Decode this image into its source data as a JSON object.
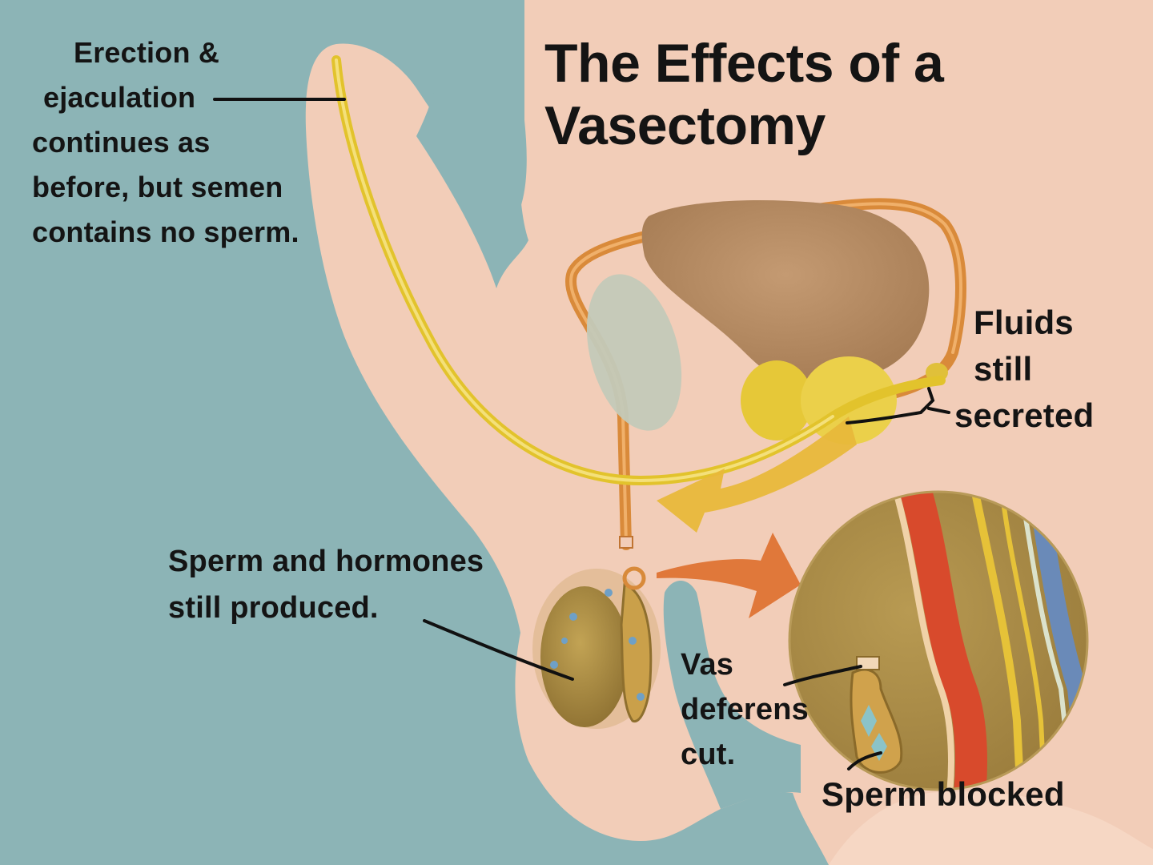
{
  "title": {
    "line1": "The Effects of a",
    "line2": "Vasectomy"
  },
  "labels": {
    "erection": [
      "Erection &",
      "ejaculation",
      "continues as",
      "before, but semen",
      "contains no sperm."
    ],
    "fluids": [
      "Fluids",
      "still",
      "secreted"
    ],
    "sperm_hormones": [
      "Sperm and hormones",
      "still produced."
    ],
    "vas_deferens": [
      "Vas",
      "deferens",
      "cut."
    ],
    "sperm_blocked": "Sperm blocked"
  },
  "colors": {
    "background": "#8cb4b6",
    "body_skin": "#f2cdb8",
    "urethra": "#e2c32c",
    "vas_deferens": "#d98a3a",
    "bladder": "#b88a60",
    "seminal_vesicle": "#e8cc3c",
    "testis": "#b0903e",
    "pointer_arrow": "#e0783a",
    "zoom_artery": "#d84a2c",
    "zoom_vein": "#6a8ab8",
    "text": "#141414"
  }
}
